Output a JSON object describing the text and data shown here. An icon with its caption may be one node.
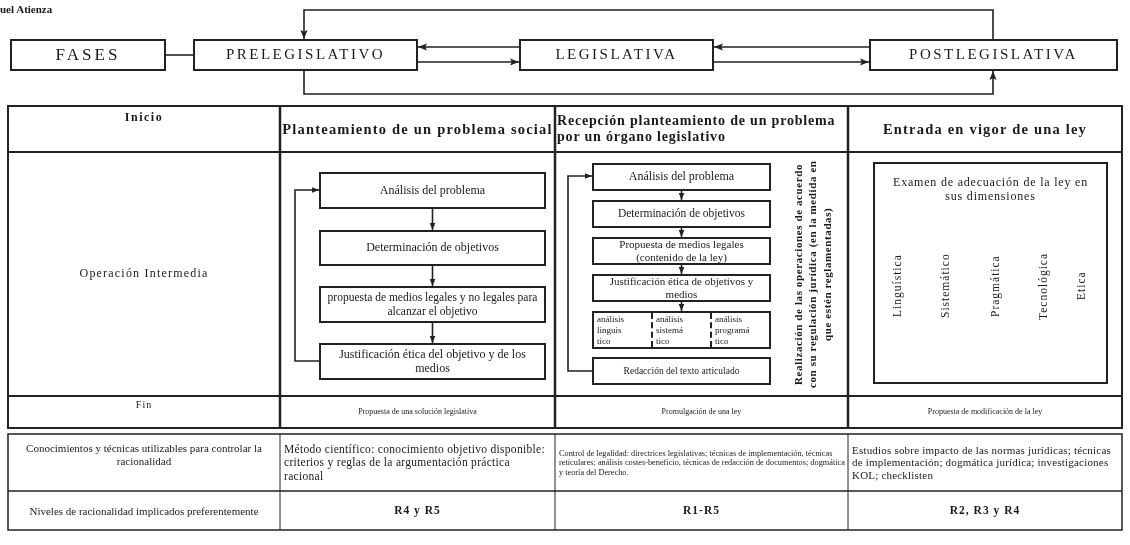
{
  "diagram": {
    "nodes": [
      {
        "text": [
          "FASES"
        ]
      },
      {
        "text": [
          "PRELEGISLATIVO"
        ]
      },
      {
        "text": [
          "LEGISLATIVA"
        ]
      },
      {
        "text": [
          "POSTLEGISLATIVA"
        ]
      },
      {
        "text": [
          "Análisis del problema"
        ]
      },
      {
        "text": [
          "Determinación de objetivos"
        ]
      },
      {
        "text": [
          "propuesta de medios legales y no legales para alcanzar el objetivo"
        ]
      },
      {
        "text": [
          "Justificación ética del objetivo y de los medios"
        ]
      },
      {
        "text": [
          "Análisis del problema"
        ]
      },
      {
        "text": [
          "Determinación de objetivos"
        ]
      },
      {
        "text": [
          "Propuesta de medios legales (contenido de la ley)"
        ]
      },
      {
        "text": [
          "Justificación ética de objetivos y medios"
        ]
      },
      {
        "text": [
          "análisis linguis tico",
          "análisis sistemá tico",
          "análisis programá tico"
        ]
      },
      {
        "text": [
          "Redacción del texto articulado"
        ]
      },
      {
        "text": [
          "Examen de adecuación de la ley en sus dimensiones",
          "Linguística",
          "Sistemático",
          "Pragmática",
          "Tecnológica",
          "Etica"
        ]
      }
    ],
    "edges": [
      {
        "from": 0,
        "to": 1,
        "arrow": "none"
      },
      {
        "from": 2,
        "to": 1,
        "arrow": "to"
      },
      {
        "from": 1,
        "to": 2,
        "arrow": "to"
      },
      {
        "from": 3,
        "to": 2,
        "arrow": "to"
      },
      {
        "from": 2,
        "to": 3,
        "arrow": "to"
      },
      {
        "from": 3,
        "to": 1,
        "arrow": "to"
      },
      {
        "from": 1,
        "to": 3,
        "arrow": "to"
      },
      {
        "from": 4,
        "to": 5,
        "arrow": "to"
      },
      {
        "from": 5,
        "to": 6,
        "arrow": "to"
      },
      {
        "from": 6,
        "to": 7,
        "arrow": "to"
      },
      {
        "from": 7,
        "to": 4,
        "arrow": "to"
      },
      {
        "from": 8,
        "to": 9,
        "arrow": "to"
      },
      {
        "from": 9,
        "to": 10,
        "arrow": "to"
      },
      {
        "from": 10,
        "to": 11,
        "arrow": "to"
      },
      {
        "from": 11,
        "to": 12,
        "arrow": "to"
      },
      {
        "from": 13,
        "to": 8,
        "arrow": "to"
      }
    ],
    "labels": [
      "uel Atienza",
      "Inicio",
      "Planteamiento de un problema social",
      "Recepción planteamiento de un problema por un órgano legislativo",
      "Entrada en vigor de una ley",
      "Operación Intermedia",
      "Realización de las operaciones de acuerdo con su regulación jurídica (en la medida en que estén reglamentadas)",
      "Fin",
      "Propuesta de una solución legislativa",
      "Promulgación de una ley",
      "Propuesta de modificación de la ley",
      "Conocimientos y técnicas utilizables para controlar la racionalidad",
      "Método científico: conocimiento objetivo disponible: criterios y reglas de la argumentación práctica racional",
      "Control de legalidad: directrices legislativas; técnicas de implementación, técnicas reticulares; análisis costes-beneficio, técnicas de redacción de documentos; dogmática y teoría del Derecho.",
      "Estudios sobre impacto de las normas jurídicas; técnicas de implementación; dogmática jurídica; investigaciones KOL; checklisten",
      "Niveles de racionalidad implicados preferentemente",
      "R4 y R5",
      "R1-R5",
      "R2, R3 y R4"
    ]
  }
}
